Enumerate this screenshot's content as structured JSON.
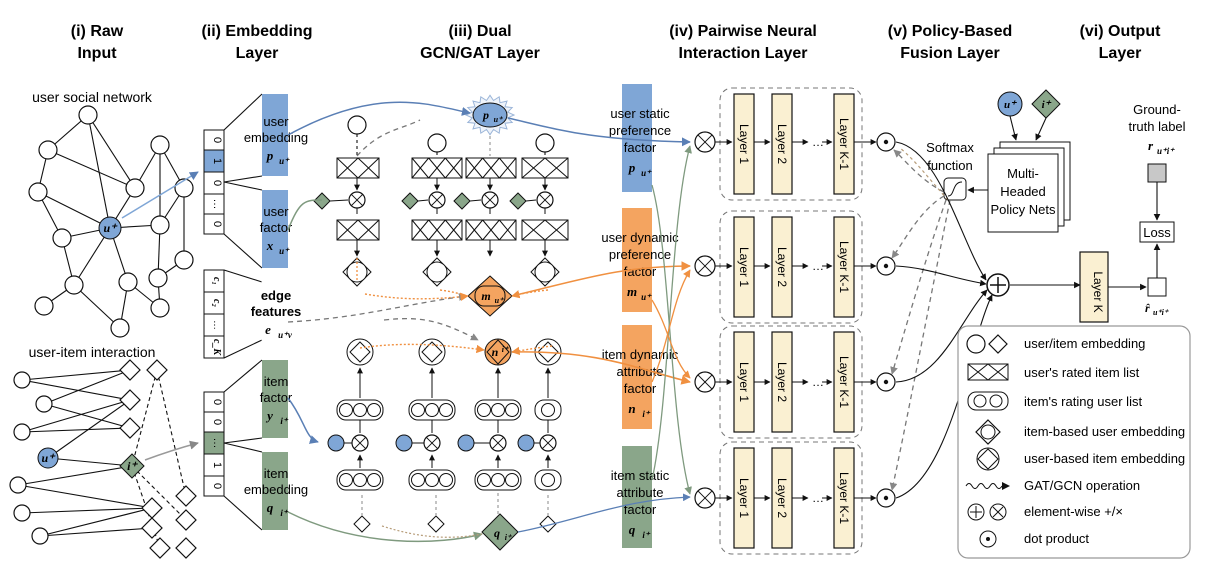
{
  "headers": [
    {
      "num": "(i) Raw",
      "sub": "Input"
    },
    {
      "num": "(ii) Embedding",
      "sub": "Layer"
    },
    {
      "num": "(iii) Dual",
      "sub": "GCN/GAT Layer"
    },
    {
      "num": "(iv) Pairwise Neural",
      "sub": "Interaction Layer"
    },
    {
      "num": "(v) Policy-Based",
      "sub": "Fusion Layer"
    },
    {
      "num": "(vi) Output",
      "sub": "Layer"
    }
  ],
  "raw_input": {
    "social_title": "user social network",
    "interaction_title": "user-item interaction",
    "user_node": "u⁺",
    "item_node": "i⁺"
  },
  "embedding": {
    "user_embedding": {
      "l1": "user",
      "l2": "embedding",
      "sym": "p",
      "sub": "u⁺"
    },
    "user_factor": {
      "l1": "user",
      "l2": "factor",
      "sym": "x",
      "sub": "u⁺"
    },
    "edge_features": {
      "l1": "edge",
      "l2": "features",
      "sym": "e",
      "sub": "u⁺v"
    },
    "item_factor": {
      "l1": "item",
      "l2": "factor",
      "sym": "y",
      "sub": "i⁺"
    },
    "item_embedding": {
      "l1": "item",
      "l2": "embedding",
      "sym": "q",
      "sub": "i⁺"
    },
    "onehot_user": [
      "0",
      "1",
      "0",
      "…",
      "0"
    ],
    "onehot_item": [
      "0",
      "0",
      "…",
      "1",
      "0"
    ],
    "edge_cells": [
      "c₁",
      "c₂",
      "…",
      "c_K"
    ]
  },
  "gcn": {
    "p_node": "p",
    "p_sub": "u⁺",
    "m_node": "m",
    "m_sub": "u⁺",
    "n_node": "n",
    "n_sub": "i⁺",
    "q_node": "q",
    "q_sub": "i⁺"
  },
  "interaction": {
    "factors": [
      {
        "l1": "user static",
        "l2": "preference",
        "l3": "factor",
        "sym": "p",
        "sub": "u⁺",
        "color": "#7fa6d6"
      },
      {
        "l1": "user dynamic",
        "l2": "preference",
        "l3": "factor",
        "sym": "m",
        "sub": "u⁺",
        "color": "#f4a460"
      },
      {
        "l1": "item dynamic",
        "l2": "attribute",
        "l3": "factor",
        "sym": "n",
        "sub": "i⁺",
        "color": "#f4a460"
      },
      {
        "l1": "item static",
        "l2": "attribute",
        "l3": "factor",
        "sym": "q",
        "sub": "i⁺",
        "color": "#8aa68a"
      }
    ],
    "layers": [
      "Layer 1",
      "Layer 2",
      "Layer K-1"
    ],
    "dots": "…"
  },
  "fusion": {
    "softmax_l1": "Softmax",
    "softmax_l2": "function",
    "policy_l1": "Multi-",
    "policy_l2": "Headed",
    "policy_l3": "Policy Nets",
    "u_node": "u⁺",
    "i_node": "i⁺"
  },
  "output": {
    "gt_l1": "Ground-",
    "gt_l2": "truth label",
    "gt_sym": "r",
    "gt_sub": "u⁺i⁺",
    "loss": "Loss",
    "layer_k": "Layer K",
    "pred_sym": "r̂",
    "pred_sub": "u⁺i⁺"
  },
  "legend": [
    "user/item embedding",
    "user's rated item list",
    "item's rating user list",
    "item-based user embedding",
    "user-based item embedding",
    "GAT/GCN operation",
    "element-wise +/×",
    "dot product"
  ]
}
